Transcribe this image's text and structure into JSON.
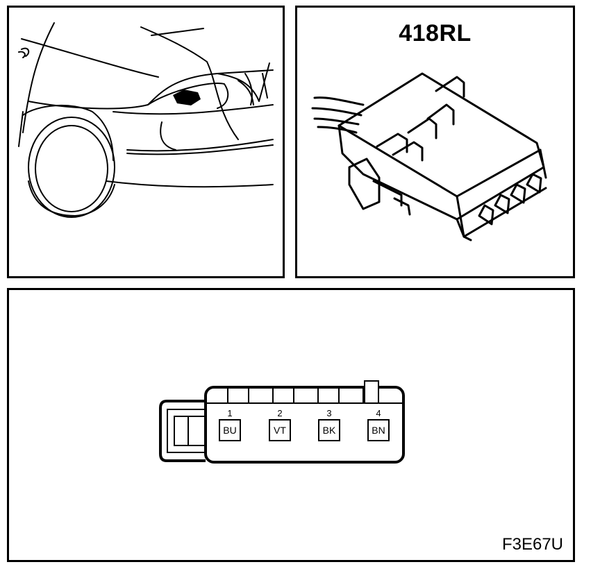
{
  "connector": {
    "id": "418RL",
    "figure_code": "F3E67U",
    "pins": [
      {
        "number": "1",
        "color": "BU"
      },
      {
        "number": "2",
        "color": "VT"
      },
      {
        "number": "3",
        "color": "BK"
      },
      {
        "number": "4",
        "color": "BN"
      }
    ]
  }
}
